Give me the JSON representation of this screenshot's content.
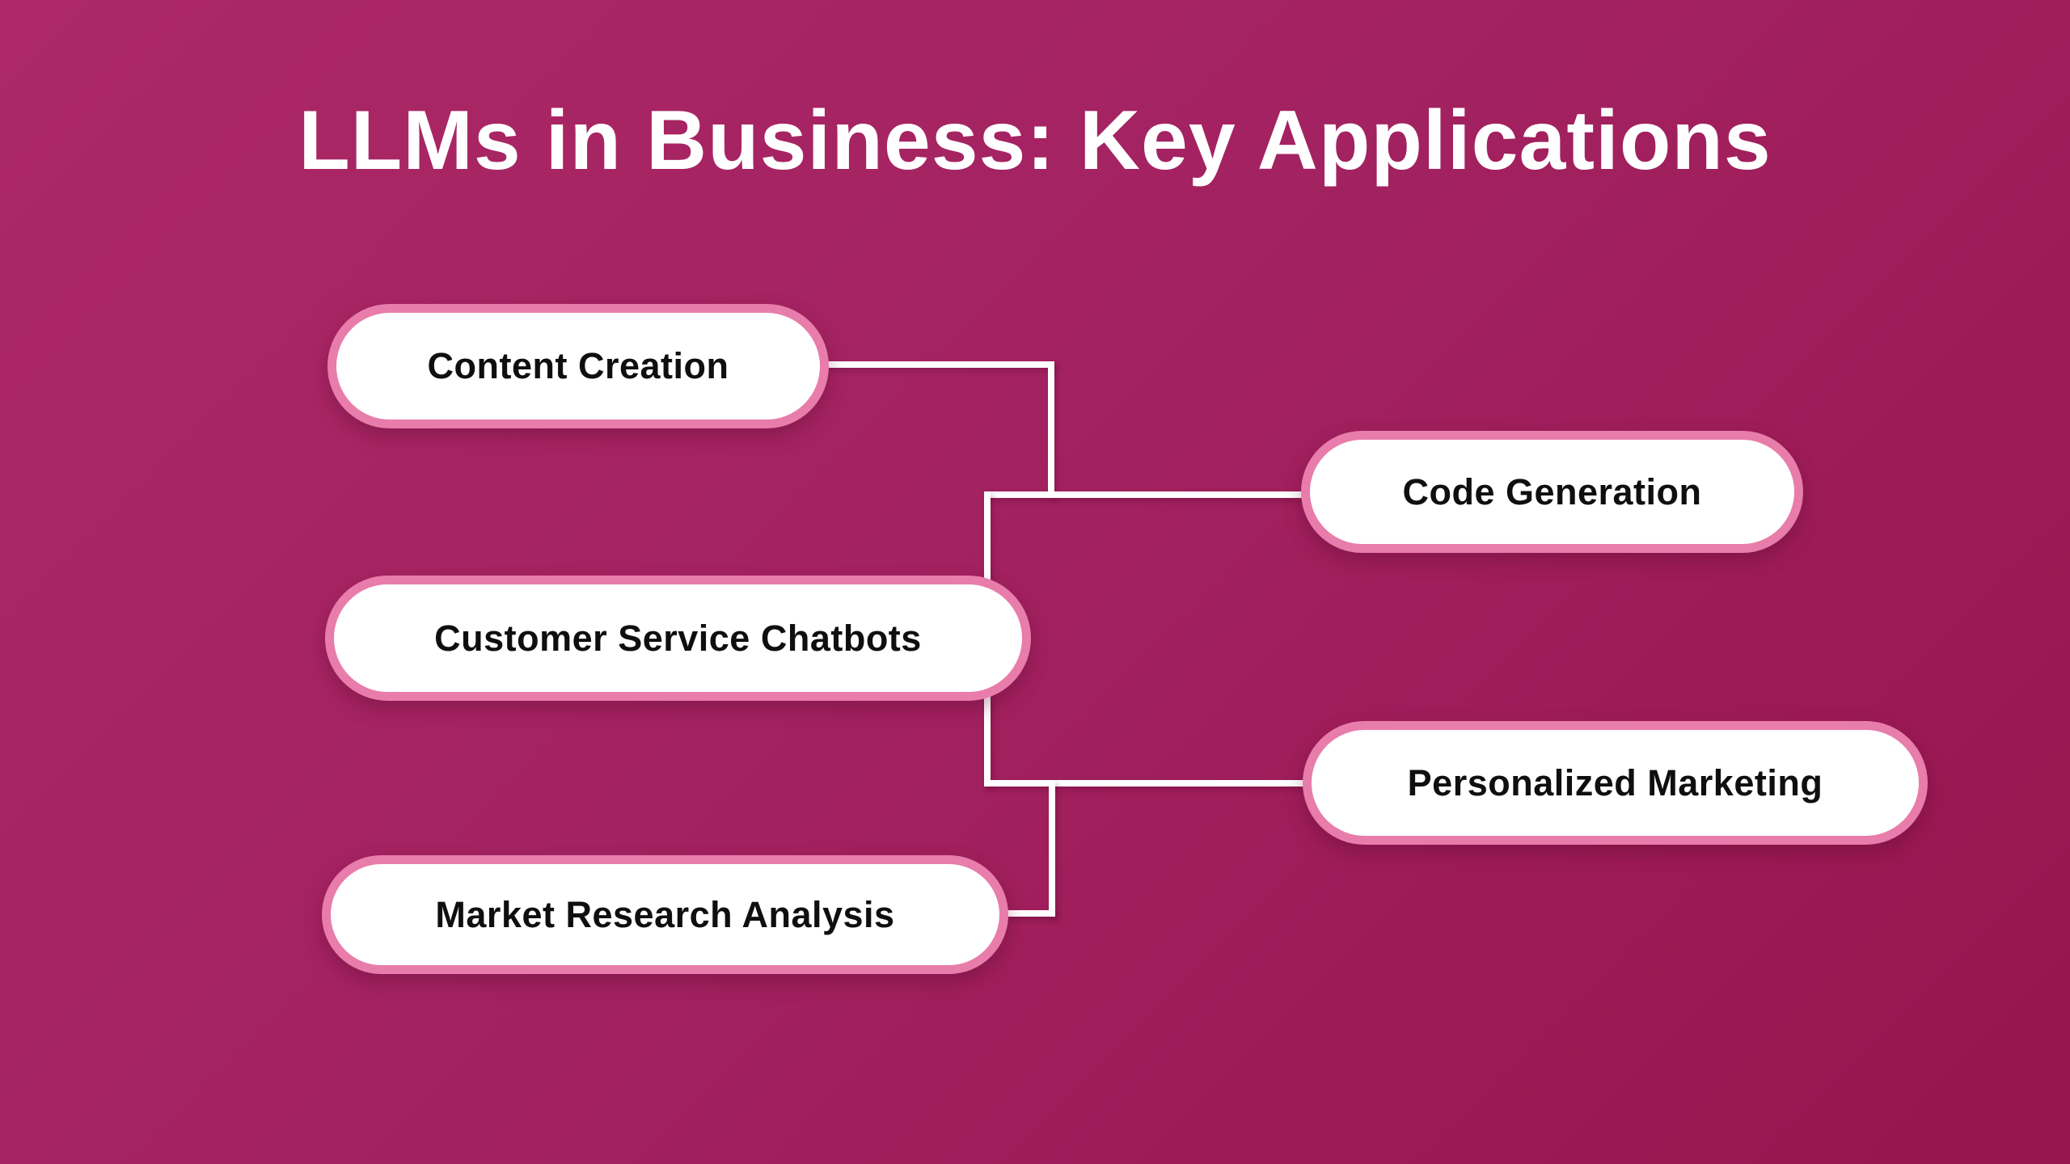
{
  "title": "LLMs in Business: Key Applications",
  "nodes": [
    {
      "label": "Content Creation"
    },
    {
      "label": "Code Generation"
    },
    {
      "label": "Customer Service Chatbots"
    },
    {
      "label": "Personalized Marketing"
    },
    {
      "label": "Market Research Analysis"
    }
  ],
  "colors": {
    "background_top_left": "#ab2765",
    "background_bottom_right": "#97154e",
    "node_fill": "#ffffff",
    "node_border": "#e87cab",
    "node_text": "#0f0f0f",
    "title_text": "#ffffff",
    "connector": "#ffffff"
  }
}
